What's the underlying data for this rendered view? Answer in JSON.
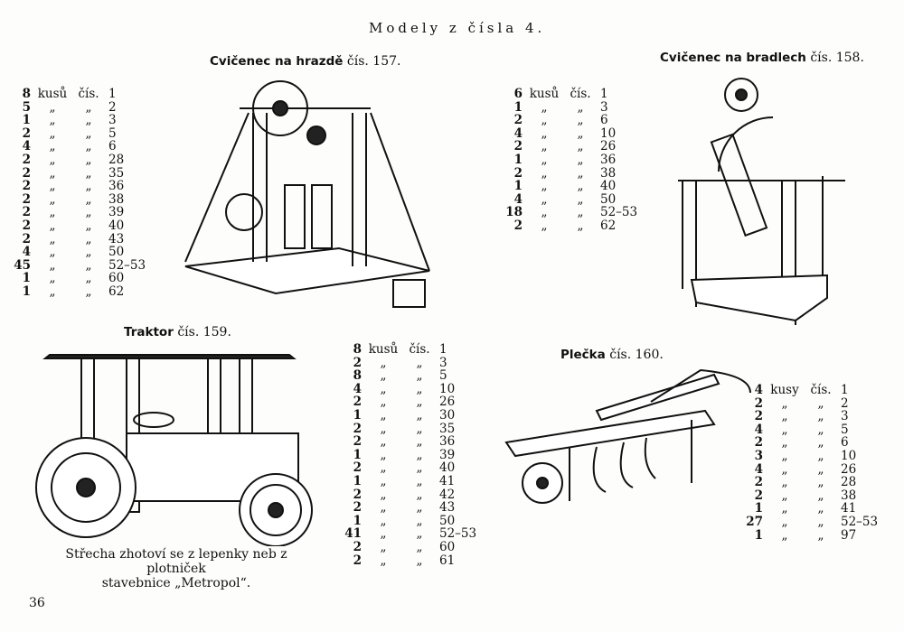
{
  "header": "Modely z čísla 4.",
  "page_number": "36",
  "models": [
    {
      "name": "Cvičenec na hrazdě",
      "num": "čís. 157.",
      "parts": [
        [
          "8",
          "kusů",
          "čís.",
          "1"
        ],
        [
          "5",
          "„",
          "„",
          "2"
        ],
        [
          "1",
          "„",
          "„",
          "3"
        ],
        [
          "2",
          "„",
          "„",
          "5"
        ],
        [
          "4",
          "„",
          "„",
          "6"
        ],
        [
          "2",
          "„",
          "„",
          "28"
        ],
        [
          "2",
          "„",
          "„",
          "35"
        ],
        [
          "2",
          "„",
          "„",
          "36"
        ],
        [
          "2",
          "„",
          "„",
          "38"
        ],
        [
          "2",
          "„",
          "„",
          "39"
        ],
        [
          "2",
          "„",
          "„",
          "40"
        ],
        [
          "2",
          "„",
          "„",
          "43"
        ],
        [
          "4",
          "„",
          "„",
          "50"
        ],
        [
          "45",
          "„",
          "„",
          "52–53"
        ],
        [
          "1",
          "„",
          "„",
          "60"
        ],
        [
          "1",
          "„",
          "„",
          "62"
        ]
      ]
    },
    {
      "name": "Cvičenec na bradlech",
      "num": "čís. 158.",
      "parts": [
        [
          "6",
          "kusů",
          "čís.",
          "1"
        ],
        [
          "1",
          "„",
          "„",
          "3"
        ],
        [
          "2",
          "„",
          "„",
          "6"
        ],
        [
          "4",
          "„",
          "„",
          "10"
        ],
        [
          "2",
          "„",
          "„",
          "26"
        ],
        [
          "1",
          "„",
          "„",
          "36"
        ],
        [
          "2",
          "„",
          "„",
          "38"
        ],
        [
          "1",
          "„",
          "„",
          "40"
        ],
        [
          "4",
          "„",
          "„",
          "50"
        ],
        [
          "18",
          "„",
          "„",
          "52–53"
        ],
        [
          "2",
          "„",
          "„",
          "62"
        ]
      ]
    },
    {
      "name": "Traktor",
      "num": "čís. 159.",
      "parts": [
        [
          "8",
          "kusů",
          "čís.",
          "1"
        ],
        [
          "2",
          "„",
          "„",
          "3"
        ],
        [
          "8",
          "„",
          "„",
          "5"
        ],
        [
          "4",
          "„",
          "„",
          "10"
        ],
        [
          "2",
          "„",
          "„",
          "26"
        ],
        [
          "1",
          "„",
          "„",
          "30"
        ],
        [
          "2",
          "„",
          "„",
          "35"
        ],
        [
          "2",
          "„",
          "„",
          "36"
        ],
        [
          "1",
          "„",
          "„",
          "39"
        ],
        [
          "2",
          "„",
          "„",
          "40"
        ],
        [
          "1",
          "„",
          "„",
          "41"
        ],
        [
          "2",
          "„",
          "„",
          "42"
        ],
        [
          "2",
          "„",
          "„",
          "43"
        ],
        [
          "1",
          "„",
          "„",
          "50"
        ],
        [
          "41",
          "„",
          "„",
          "52–53"
        ],
        [
          "2",
          "„",
          "„",
          "60"
        ],
        [
          "2",
          "„",
          "„",
          "61"
        ]
      ],
      "caption": [
        "Střecha zhotoví se z lepenky neb z plotniček",
        "stavebnice „Metropol“."
      ]
    },
    {
      "name": "Plečka",
      "num": "čís. 160.",
      "parts": [
        [
          "4",
          "kusy",
          "čís.",
          "1"
        ],
        [
          "2",
          "„",
          "„",
          "2"
        ],
        [
          "2",
          "„",
          "„",
          "3"
        ],
        [
          "4",
          "„",
          "„",
          "5"
        ],
        [
          "2",
          "„",
          "„",
          "6"
        ],
        [
          "3",
          "„",
          "„",
          "10"
        ],
        [
          "4",
          "„",
          "„",
          "26"
        ],
        [
          "2",
          "„",
          "„",
          "28"
        ],
        [
          "2",
          "„",
          "„",
          "38"
        ],
        [
          "1",
          "„",
          "„",
          "41"
        ],
        [
          "27",
          "„",
          "„",
          "52–53"
        ],
        [
          "1",
          "„",
          "„",
          "97"
        ]
      ]
    }
  ]
}
